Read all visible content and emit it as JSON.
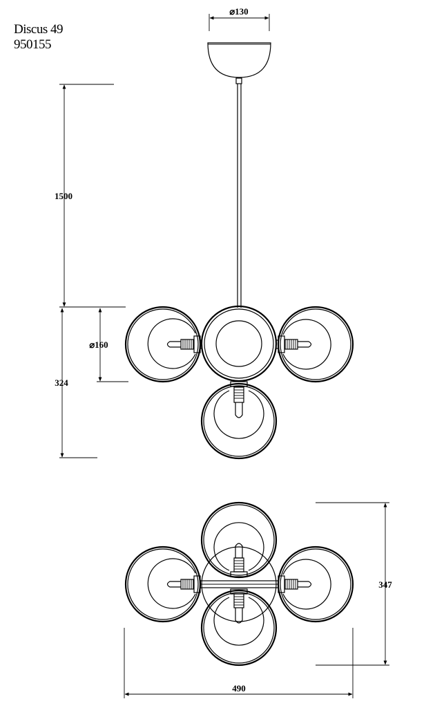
{
  "header": {
    "model_name": "Discus 49",
    "article_number": "950155"
  },
  "dimensions": {
    "canopy_diameter": "⌀130",
    "cable_length": "1500",
    "globe_diameter": "⌀160",
    "body_height": "324",
    "depth": "347",
    "width": "490"
  }
}
